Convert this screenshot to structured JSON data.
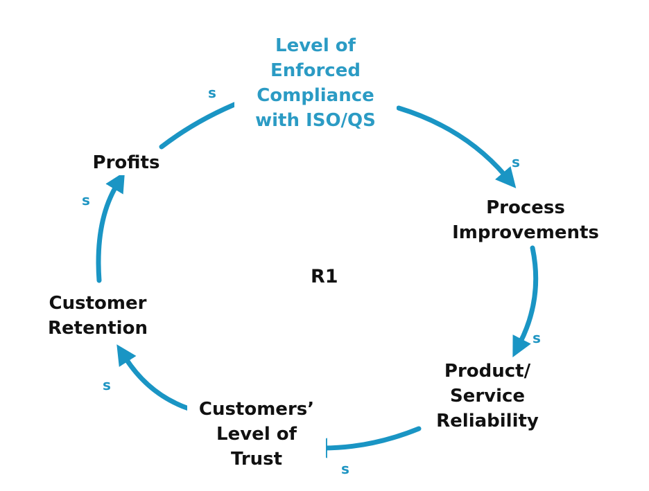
{
  "colors": {
    "arrow": "#1a95c4",
    "accent_text": "#2b9bc4",
    "text": "#111111",
    "background": "#ffffff"
  },
  "loop_label": "R1",
  "nodes": {
    "compliance": {
      "lines": [
        "Level of",
        "Enforced",
        "Compliance",
        "with ISO/QS"
      ]
    },
    "process": {
      "lines": [
        "Process",
        "Improvements"
      ]
    },
    "reliability": {
      "lines": [
        "Product/",
        "Service",
        "Reliability"
      ]
    },
    "trust": {
      "lines": [
        "Customers’",
        "Level of",
        "Trust"
      ]
    },
    "retention": {
      "lines": [
        "Customer",
        "Retention"
      ]
    },
    "profits": {
      "lines": [
        "Profits"
      ]
    }
  },
  "links": [
    {
      "from": "profits",
      "to": "compliance",
      "polarity": "s"
    },
    {
      "from": "compliance",
      "to": "process",
      "polarity": "s"
    },
    {
      "from": "process",
      "to": "reliability",
      "polarity": "s"
    },
    {
      "from": "reliability",
      "to": "trust",
      "polarity": "s"
    },
    {
      "from": "trust",
      "to": "retention",
      "polarity": "s"
    },
    {
      "from": "retention",
      "to": "profits",
      "polarity": "s"
    }
  ]
}
